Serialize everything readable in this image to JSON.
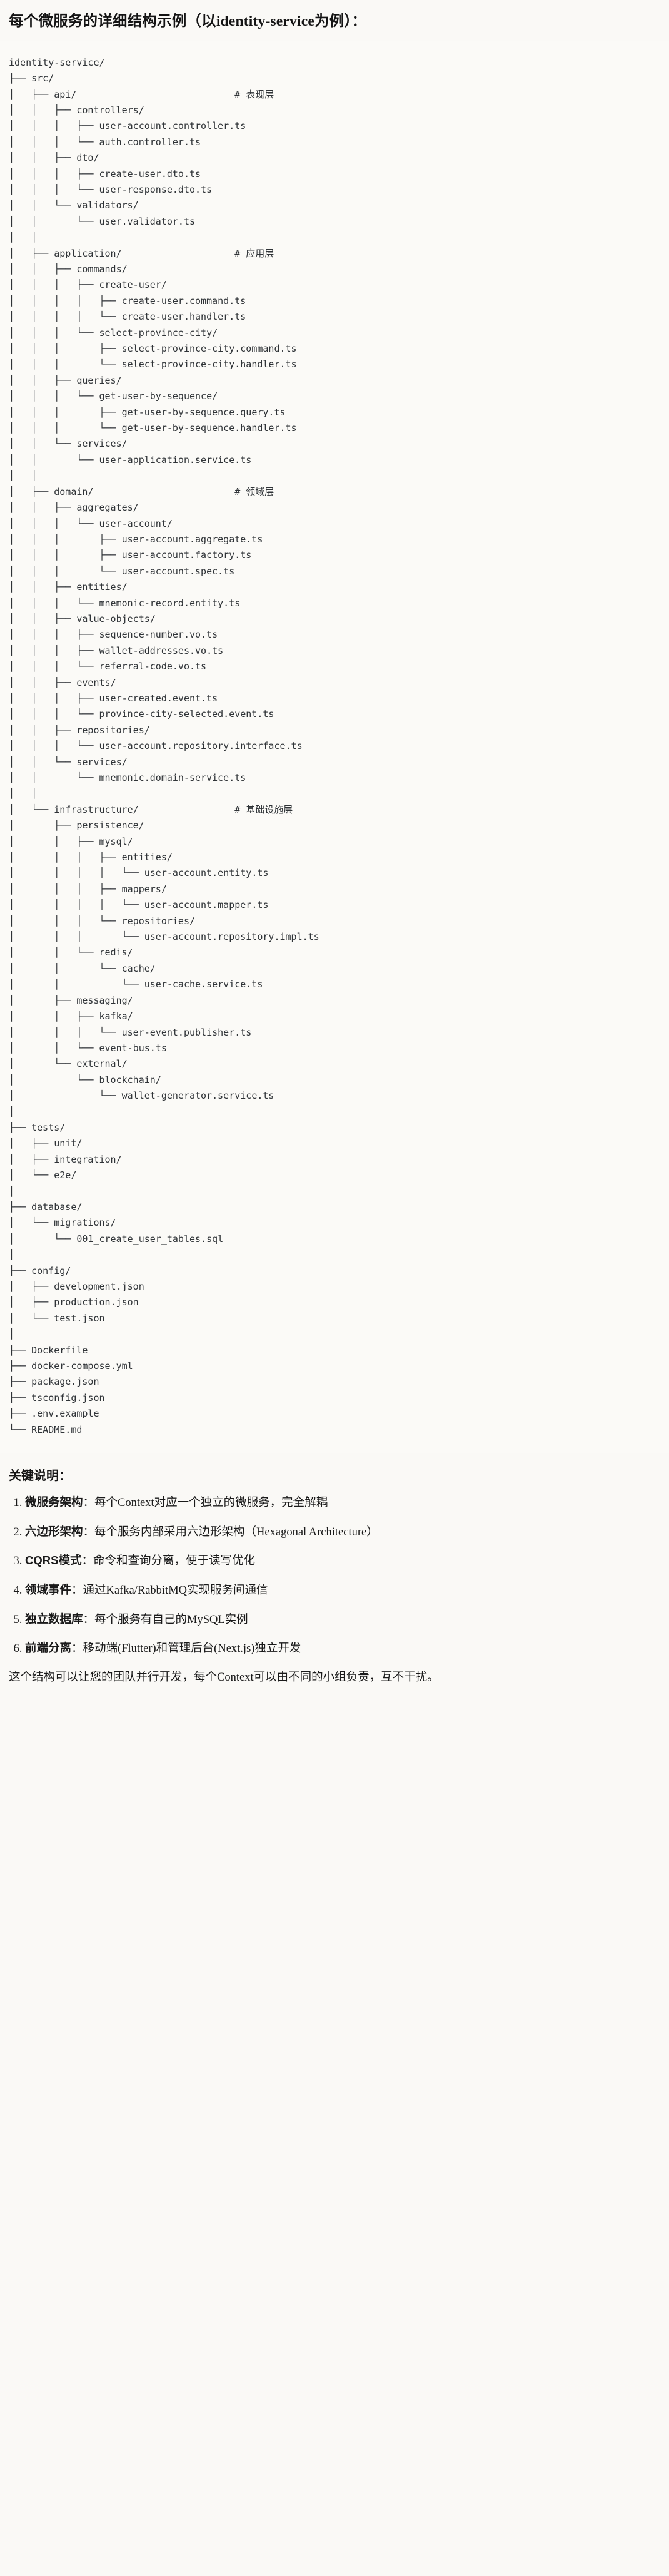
{
  "header": {
    "title_prefix": "每个微服务的详细结构示例（以",
    "title_latin": "identity-service",
    "title_suffix": "为例）：",
    "title_full": "每个微服务的详细结构示例（以identity-service为例）："
  },
  "tree": {
    "root": "identity-service/",
    "comments": {
      "presentation": "# 表现层",
      "application": "# 应用层",
      "domain": "# 领域层",
      "infrastructure": "# 基础设施层"
    },
    "text": "identity-service/\n├── src/\n│   ├── api/                            # 表现层\n│   │   ├── controllers/\n│   │   │   ├── user-account.controller.ts\n│   │   │   └── auth.controller.ts\n│   │   ├── dto/\n│   │   │   ├── create-user.dto.ts\n│   │   │   └── user-response.dto.ts\n│   │   └── validators/\n│   │       └── user.validator.ts\n│   │\n│   ├── application/                    # 应用层\n│   │   ├── commands/\n│   │   │   ├── create-user/\n│   │   │   │   ├── create-user.command.ts\n│   │   │   │   └── create-user.handler.ts\n│   │   │   └── select-province-city/\n│   │   │       ├── select-province-city.command.ts\n│   │   │       └── select-province-city.handler.ts\n│   │   ├── queries/\n│   │   │   └── get-user-by-sequence/\n│   │   │       ├── get-user-by-sequence.query.ts\n│   │   │       └── get-user-by-sequence.handler.ts\n│   │   └── services/\n│   │       └── user-application.service.ts\n│   │\n│   ├── domain/                         # 领域层\n│   │   ├── aggregates/\n│   │   │   └── user-account/\n│   │   │       ├── user-account.aggregate.ts\n│   │   │       ├── user-account.factory.ts\n│   │   │       └── user-account.spec.ts\n│   │   ├── entities/\n│   │   │   └── mnemonic-record.entity.ts\n│   │   ├── value-objects/\n│   │   │   ├── sequence-number.vo.ts\n│   │   │   ├── wallet-addresses.vo.ts\n│   │   │   └── referral-code.vo.ts\n│   │   ├── events/\n│   │   │   ├── user-created.event.ts\n│   │   │   └── province-city-selected.event.ts\n│   │   ├── repositories/\n│   │   │   └── user-account.repository.interface.ts\n│   │   └── services/\n│   │       └── mnemonic.domain-service.ts\n│   │\n│   └── infrastructure/                 # 基础设施层\n│       ├── persistence/\n│       │   ├── mysql/\n│       │   │   ├── entities/\n│       │   │   │   └── user-account.entity.ts\n│       │   │   ├── mappers/\n│       │   │   │   └── user-account.mapper.ts\n│       │   │   └── repositories/\n│       │   │       └── user-account.repository.impl.ts\n│       │   └── redis/\n│       │       └── cache/\n│       │           └── user-cache.service.ts\n│       ├── messaging/\n│       │   ├── kafka/\n│       │   │   └── user-event.publisher.ts\n│       │   └── event-bus.ts\n│       └── external/\n│           └── blockchain/\n│               └── wallet-generator.service.ts\n│\n├── tests/\n│   ├── unit/\n│   ├── integration/\n│   └── e2e/\n│\n├── database/\n│   └── migrations/\n│       └── 001_create_user_tables.sql\n│\n├── config/\n│   ├── development.json\n│   ├── production.json\n│   └── test.json\n│\n├── Dockerfile\n├── docker-compose.yml\n├── package.json\n├── tsconfig.json\n├── .env.example\n└── README.md"
  },
  "notes": {
    "heading": "关键说明：",
    "items": [
      {
        "term": "微服务架构",
        "sep": "：",
        "desc": "每个Context对应一个独立的微服务，完全解耦"
      },
      {
        "term": "六边形架构",
        "sep": "：",
        "desc": "每个服务内部采用六边形架构（Hexagonal Architecture）"
      },
      {
        "term": "CQRS模式",
        "sep": "：",
        "desc": "命令和查询分离，便于读写优化"
      },
      {
        "term": "领域事件",
        "sep": "：",
        "desc": "通过Kafka/RabbitMQ实现服务间通信"
      },
      {
        "term": "独立数据库",
        "sep": "：",
        "desc": "每个服务有自己的MySQL实例"
      },
      {
        "term": "前端分离",
        "sep": "：",
        "desc": "移动端(Flutter)和管理后台(Next.js)独立开发"
      }
    ],
    "closing": "这个结构可以让您的团队并行开发，每个Context可以由不同的小组负责，互不干扰。"
  },
  "colors": {
    "page_bg": "#faf9f6",
    "code_bg": "#fbfaf7",
    "text": "#1a1a1a",
    "code_text": "#2f3337",
    "comment_text": "#5b6168",
    "rule": "#e2e0da"
  }
}
